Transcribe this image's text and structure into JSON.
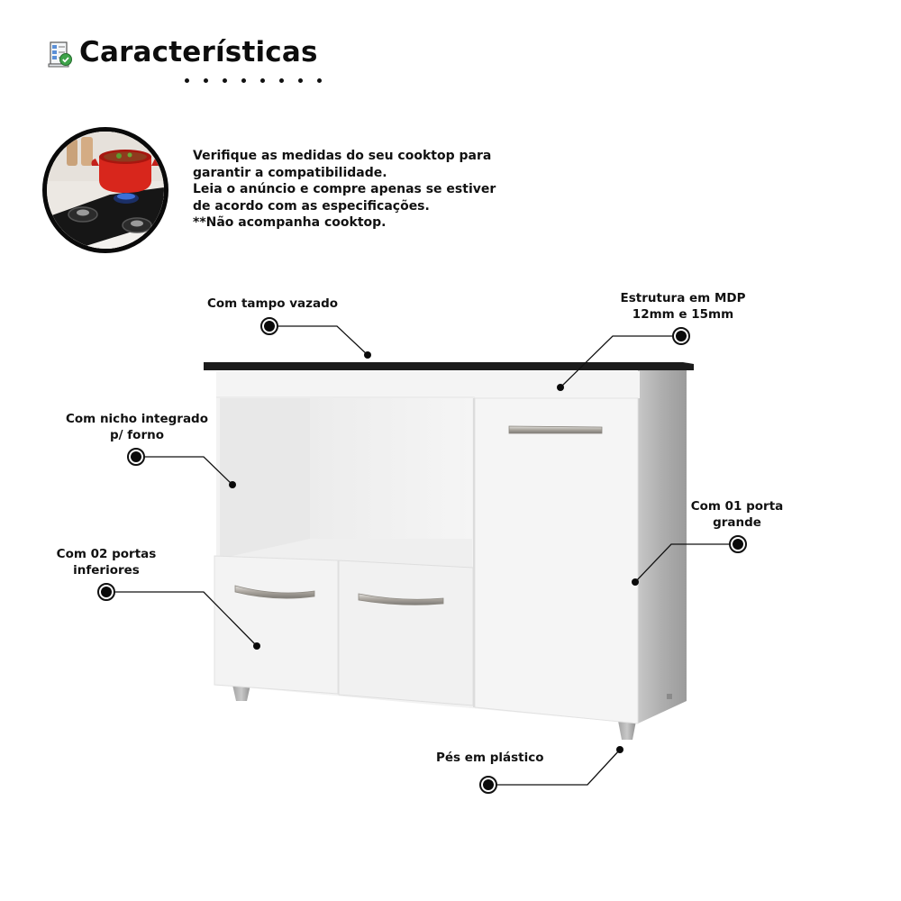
{
  "header": {
    "title": "Características",
    "icon": "checklist-icon",
    "divider_dots": 8
  },
  "intro": {
    "image": "cooktop-with-red-pot-image",
    "lines": [
      "Verifique as medidas do seu cooktop para",
      "garantir a compatibilidade.",
      "Leia o anúncio e compre apenas se estiver",
      "de acordo com as especificações.",
      "**Não acompanha cooktop."
    ]
  },
  "features": {
    "tampo": {
      "lines": [
        "Com tampo vazado"
      ]
    },
    "estrutura": {
      "lines": [
        "Estrutura em MDP",
        "12mm e 15mm"
      ]
    },
    "nicho": {
      "lines": [
        "Com nicho integrado",
        "p/ forno"
      ]
    },
    "portas_inferiores": {
      "lines": [
        "Com 02 portas",
        "inferiores"
      ]
    },
    "porta_grande": {
      "lines": [
        "Com 01 porta",
        "grande"
      ]
    },
    "pes": {
      "lines": [
        "Pés em plástico"
      ]
    }
  },
  "product": {
    "name": "kitchen-cabinet",
    "colors": {
      "body": "#f1f1f1",
      "top": "#1d1d1d",
      "side": "#b9b9b9",
      "handle": "#b8b3ac"
    }
  }
}
